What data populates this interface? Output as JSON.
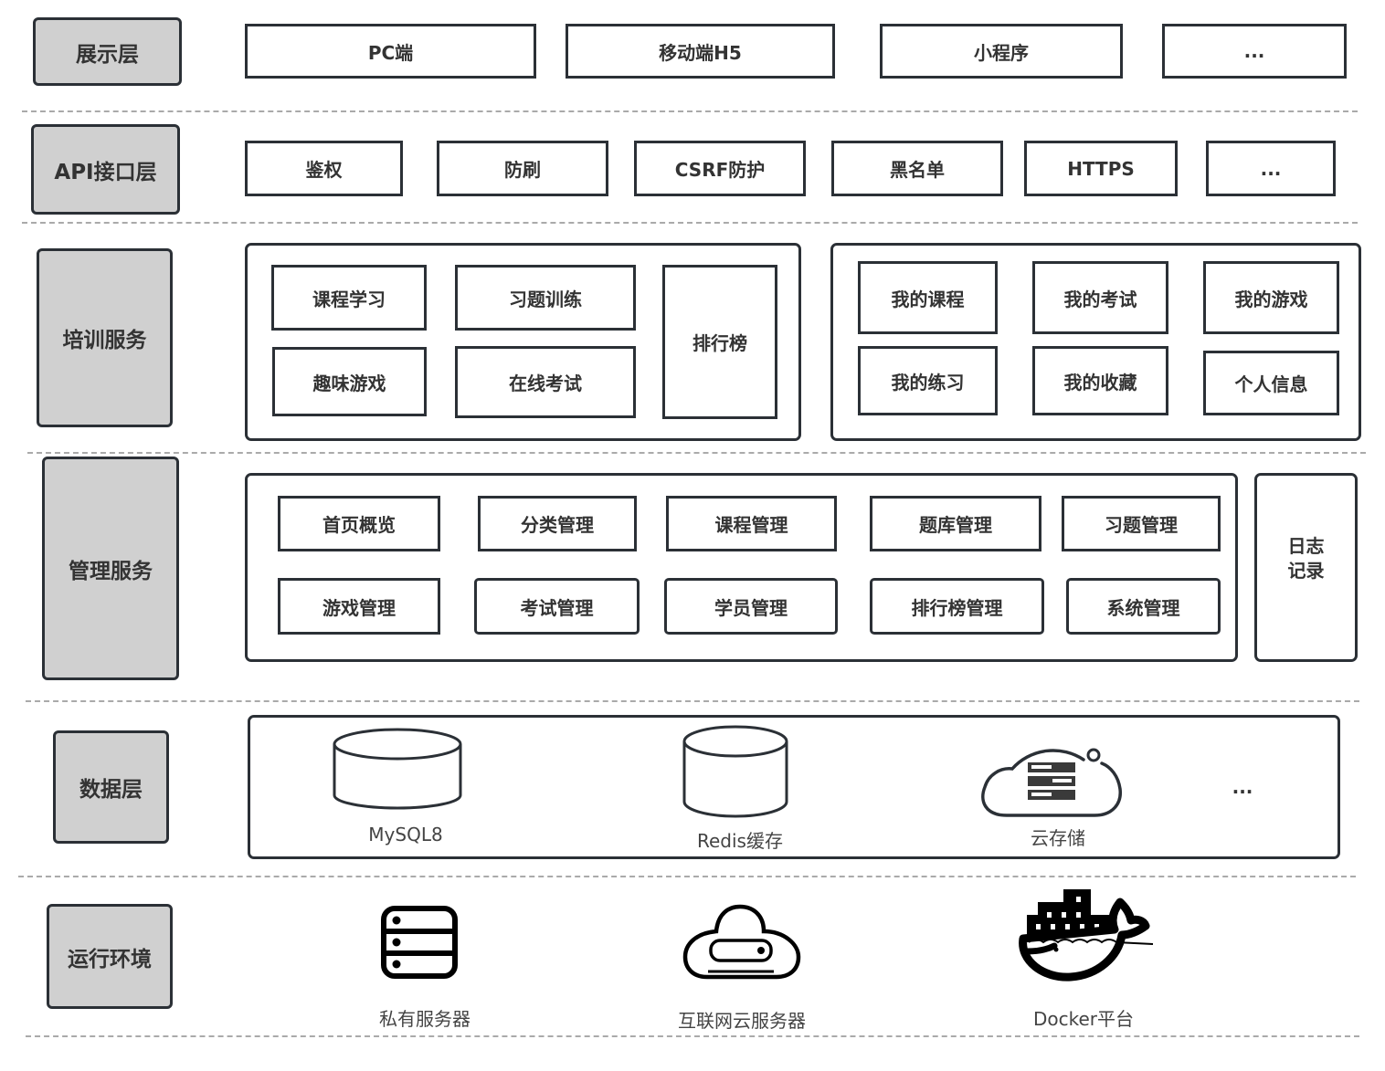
{
  "layers": {
    "presentation": {
      "label": "展示层",
      "items": [
        "PC端",
        "移动端H5",
        "小程序",
        "..."
      ]
    },
    "api": {
      "label": "API接口层",
      "items": [
        "鉴权",
        "防刷",
        "CSRF防护",
        "黑名单",
        "HTTPS",
        "..."
      ]
    },
    "training": {
      "label": "培训服务",
      "group1": [
        "课程学习",
        "习题训练",
        "排行榜",
        "趣味游戏",
        "在线考试"
      ],
      "group2": [
        "我的课程",
        "我的考试",
        "我的游戏",
        "我的练习",
        "我的收藏",
        "个人信息"
      ]
    },
    "management": {
      "label": "管理服务",
      "items": [
        "首页概览",
        "分类管理",
        "课程管理",
        "题库管理",
        "习题管理",
        "游戏管理",
        "考试管理",
        "学员管理",
        "排行榜管理",
        "系统管理"
      ],
      "log_line1": "日志",
      "log_line2": "记录"
    },
    "data": {
      "label": "数据层",
      "items": [
        {
          "icon": "database-cylinder-icon",
          "label": "MySQL8"
        },
        {
          "icon": "database-cylinder-icon",
          "label": "Redis缓存"
        },
        {
          "icon": "cloud-storage-icon",
          "label": "云存储"
        }
      ],
      "more": "..."
    },
    "runtime": {
      "label": "运行环境",
      "items": [
        {
          "icon": "server-rack-icon",
          "label": "私有服务器"
        },
        {
          "icon": "cloud-server-icon",
          "label": "互联网云服务器"
        },
        {
          "icon": "docker-whale-icon",
          "label": "Docker平台"
        }
      ]
    }
  },
  "colors": {
    "label_fill": "#d0d0d0",
    "stroke": "#2b3036",
    "divider": "#aaaaaa"
  }
}
